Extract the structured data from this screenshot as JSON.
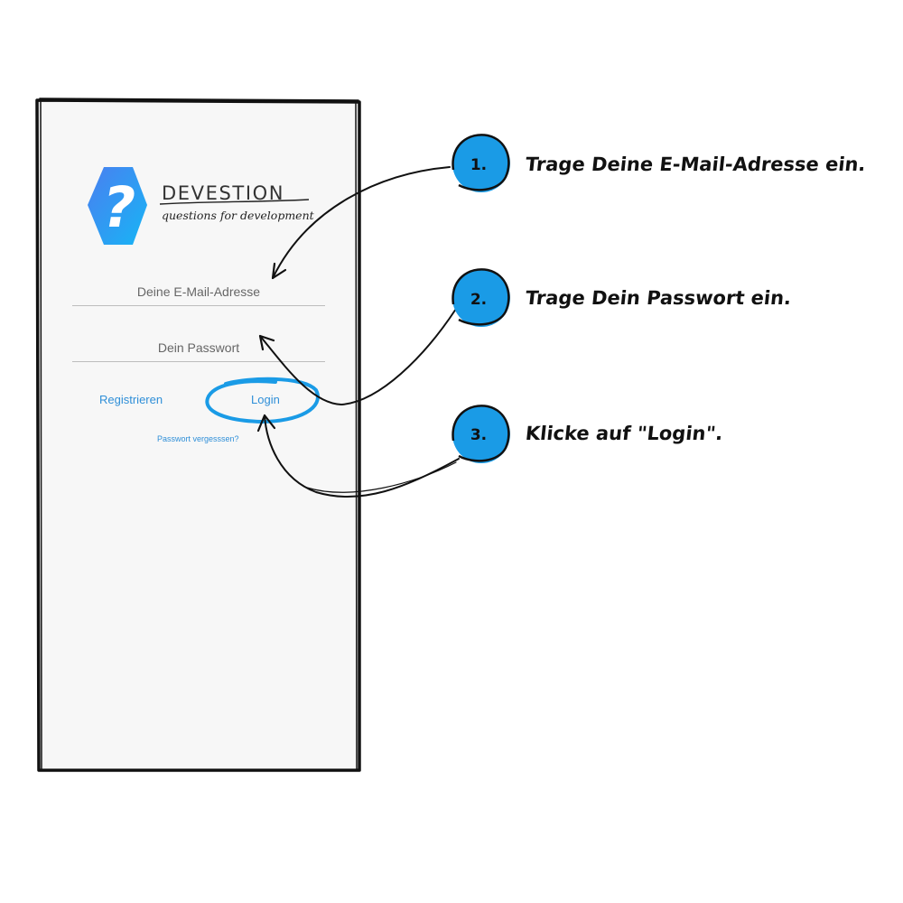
{
  "brand": {
    "name": "DEVESTION",
    "tagline": "questions for development",
    "logo_glyph": "?",
    "colors": {
      "hex_start": "#4a7ff0",
      "hex_end": "#17b5f5"
    }
  },
  "login_form": {
    "email_placeholder": "Deine E-Mail-Adresse",
    "password_placeholder": "Dein Passwort",
    "register_label": "Registrieren",
    "login_label": "Login",
    "forgot_label": "Passwort vergesssen?"
  },
  "annotations": {
    "accent_color": "#1a9be6",
    "steps": [
      {
        "number": "1.",
        "text": "Trage Deine E-Mail-Adresse ein."
      },
      {
        "number": "2.",
        "text": "Trage Dein Passwort ein."
      },
      {
        "number": "3.",
        "text": "Klicke auf \"Login\"."
      }
    ]
  }
}
